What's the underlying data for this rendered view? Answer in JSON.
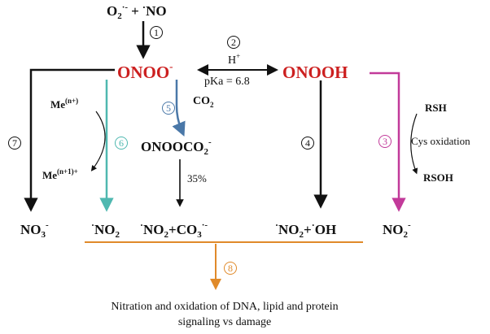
{
  "colors": {
    "black": "#111111",
    "red": "#cc1f1f",
    "teal": "#4fb8b0",
    "blue": "#4a78a8",
    "magenta": "#c23a9a",
    "orange": "#e08a2a"
  },
  "species": {
    "o2": "O",
    "o2_sub": "2",
    "o2_sup": "·-",
    "plus": "+",
    "no_dot": "·",
    "no": "NO",
    "onoo": "ONOO",
    "onoo_sup": "-",
    "onooh": "ONOOH",
    "h_plus": "H",
    "h_plus_sup": "+",
    "pka": "pKa = 6.8",
    "co2": "CO",
    "co2_sub": "2",
    "onooco2": "ONOOCO",
    "onooco2_sub": "2",
    "onooco2_sup": "-",
    "pct": "35%",
    "me_n": "Me",
    "me_n_sup": "(n+)",
    "me_n1": "Me",
    "me_n1_sup": "(n+1)+",
    "rsh": "RSH",
    "rsoh": "RSOH",
    "cys": "Cys oxidation"
  },
  "products": {
    "no3": "NO",
    "no3_sub": "3",
    "no3_sup": "-",
    "no2_dot": "·",
    "no2": "NO",
    "no2_sub": "2",
    "no2co3_dot": "·",
    "no2co3_a": "NO",
    "no2co3_sub": "2",
    "no2co3_b": "+CO",
    "no2co3_sub2": "3",
    "no2co3_sup": "·-",
    "no2oh_dot": "·",
    "no2oh_a": "NO",
    "no2oh_sub": "2",
    "no2oh_b": "+",
    "no2oh_dot2": "·",
    "no2oh_c": "OH",
    "nitrite": "NO",
    "nitrite_sub": "2",
    "nitrite_sup": "-"
  },
  "steps": [
    "①",
    "②",
    "③",
    "④",
    "⑤",
    "⑥",
    "⑦",
    "⑧"
  ],
  "footer": {
    "line1": "Nitration and oxidation of DNA, lipid and protein",
    "line2": "signaling vs damage"
  }
}
